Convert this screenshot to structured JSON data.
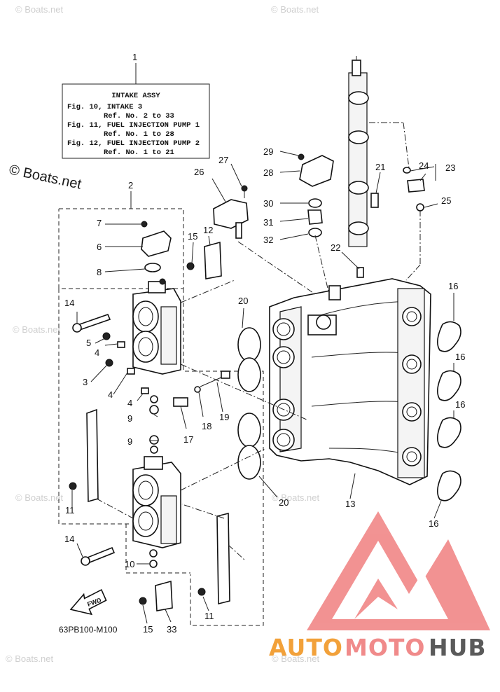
{
  "watermarks": {
    "small": "© Boats.net",
    "large": "© Boats.net"
  },
  "intake_box": {
    "title": "INTAKE ASSY",
    "lines": [
      "Fig. 10, INTAKE 3",
      "Ref. No. 2 to 33",
      "Fig. 11, FUEL INJECTION PUMP 1",
      "Ref. No. 1 to 28",
      "Fig. 12, FUEL INJECTION PUMP 2",
      "Ref. No. 1 to 21"
    ]
  },
  "callouts": {
    "c1": "1",
    "c2": "2",
    "c3": "3",
    "c4a": "4",
    "c4b": "4",
    "c4c": "4",
    "c5": "5",
    "c6": "6",
    "c7": "7",
    "c8": "8",
    "c9a": "9",
    "c9b": "9",
    "c10": "10",
    "c11a": "11",
    "c11b": "11",
    "c12": "12",
    "c13": "13",
    "c14a": "14",
    "c14b": "14",
    "c15a": "15",
    "c15b": "15",
    "c16a": "16",
    "c16b": "16",
    "c16c": "16",
    "c16d": "16",
    "c17": "17",
    "c18": "18",
    "c19": "19",
    "c20a": "20",
    "c20b": "20",
    "c21": "21",
    "c22": "22",
    "c23": "23",
    "c24": "24",
    "c25": "25",
    "c26": "26",
    "c27": "27",
    "c28": "28",
    "c29": "29",
    "c30": "30",
    "c31": "31",
    "c32": "32",
    "c33": "33"
  },
  "fwd_label": "FWD",
  "diagram_code": "63PB100-M100",
  "brand": {
    "part1": "AUTO",
    "part2": "MOTO",
    "part3": "HUB",
    "color1": "#f2a13a",
    "color2": "#f08a8a",
    "color3": "#5a5a5a",
    "logo_color": "#f08080"
  }
}
